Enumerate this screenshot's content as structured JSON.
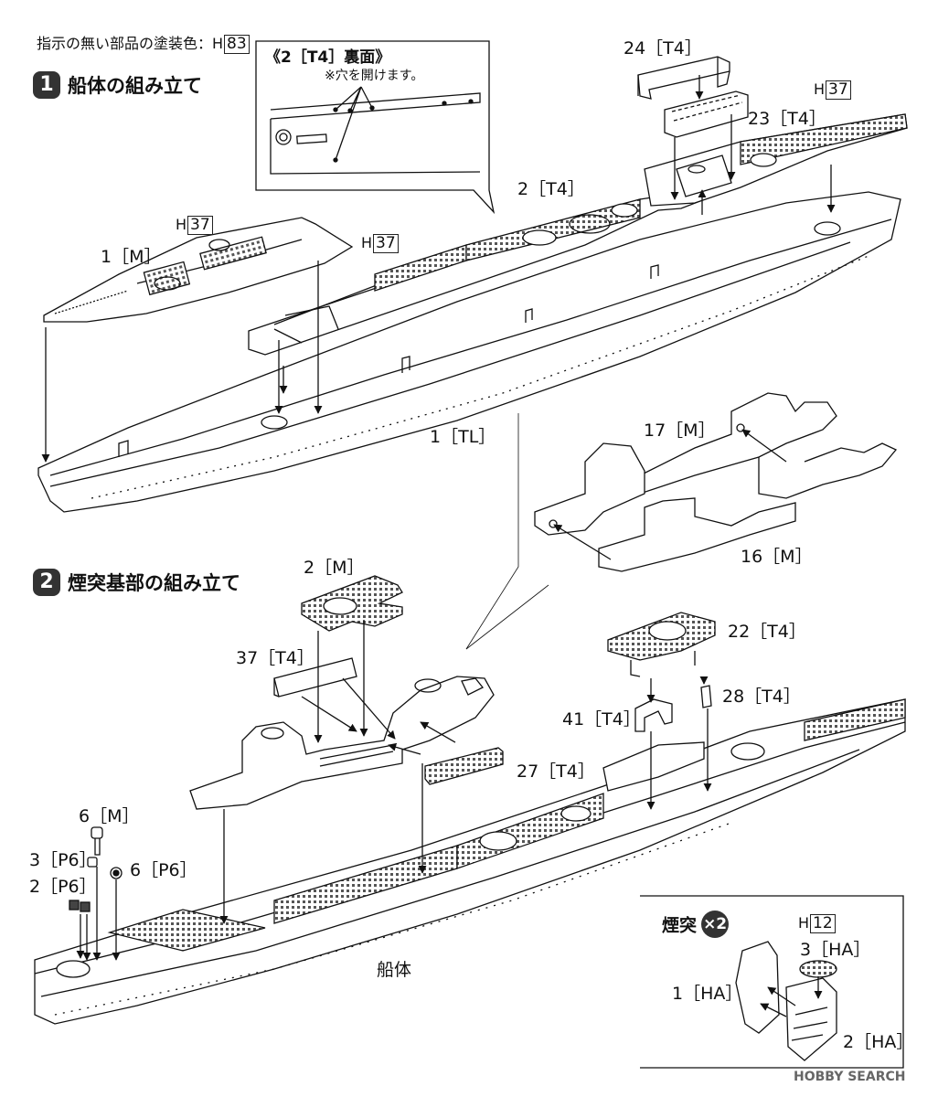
{
  "header": {
    "note": "指示の無い部品の塗装色：",
    "paint_prefix": "H",
    "paint_code": "83"
  },
  "step1": {
    "number": "1",
    "title": "船体の組み立て",
    "callout": {
      "title": "《2［T4］裏面》",
      "note": "※穴を開けます。"
    },
    "parts": {
      "p24_T4": "24［T4］",
      "p23_T4": "23［T4］",
      "p2_T4": "2［T4］",
      "p1_M": "1［M］",
      "p1_TL": "1［TL］",
      "p17_M": "17［M］",
      "p16_M": "16［M］"
    },
    "paint_deck_fore": {
      "prefix": "H",
      "code": "37"
    },
    "paint_deck_mid": {
      "prefix": "H",
      "code": "37"
    },
    "paint_deck_aft": {
      "prefix": "H",
      "code": "37"
    }
  },
  "step2": {
    "number": "2",
    "title": "煙突基部の組み立て",
    "parts": {
      "p2_M": "2［M］",
      "p37_T4": "37［T4］",
      "p22_T4": "22［T4］",
      "p28_T4": "28［T4］",
      "p41_T4": "41［T4］",
      "p27_T4": "27［T4］",
      "p6_M": "6［M］",
      "p3_P6": "3［P6］",
      "p2_P6": "2［P6］",
      "p6_P6": "6［P6］",
      "hull": "船体"
    }
  },
  "funnel": {
    "title": "煙突",
    "count": "×2",
    "paint": {
      "prefix": "H",
      "code": "12"
    },
    "parts": {
      "p3_HA": "3［HA］",
      "p1_HA": "1［HA］",
      "p2_HA": "2［HA］"
    }
  },
  "watermark": "HOBBY SEARCH"
}
